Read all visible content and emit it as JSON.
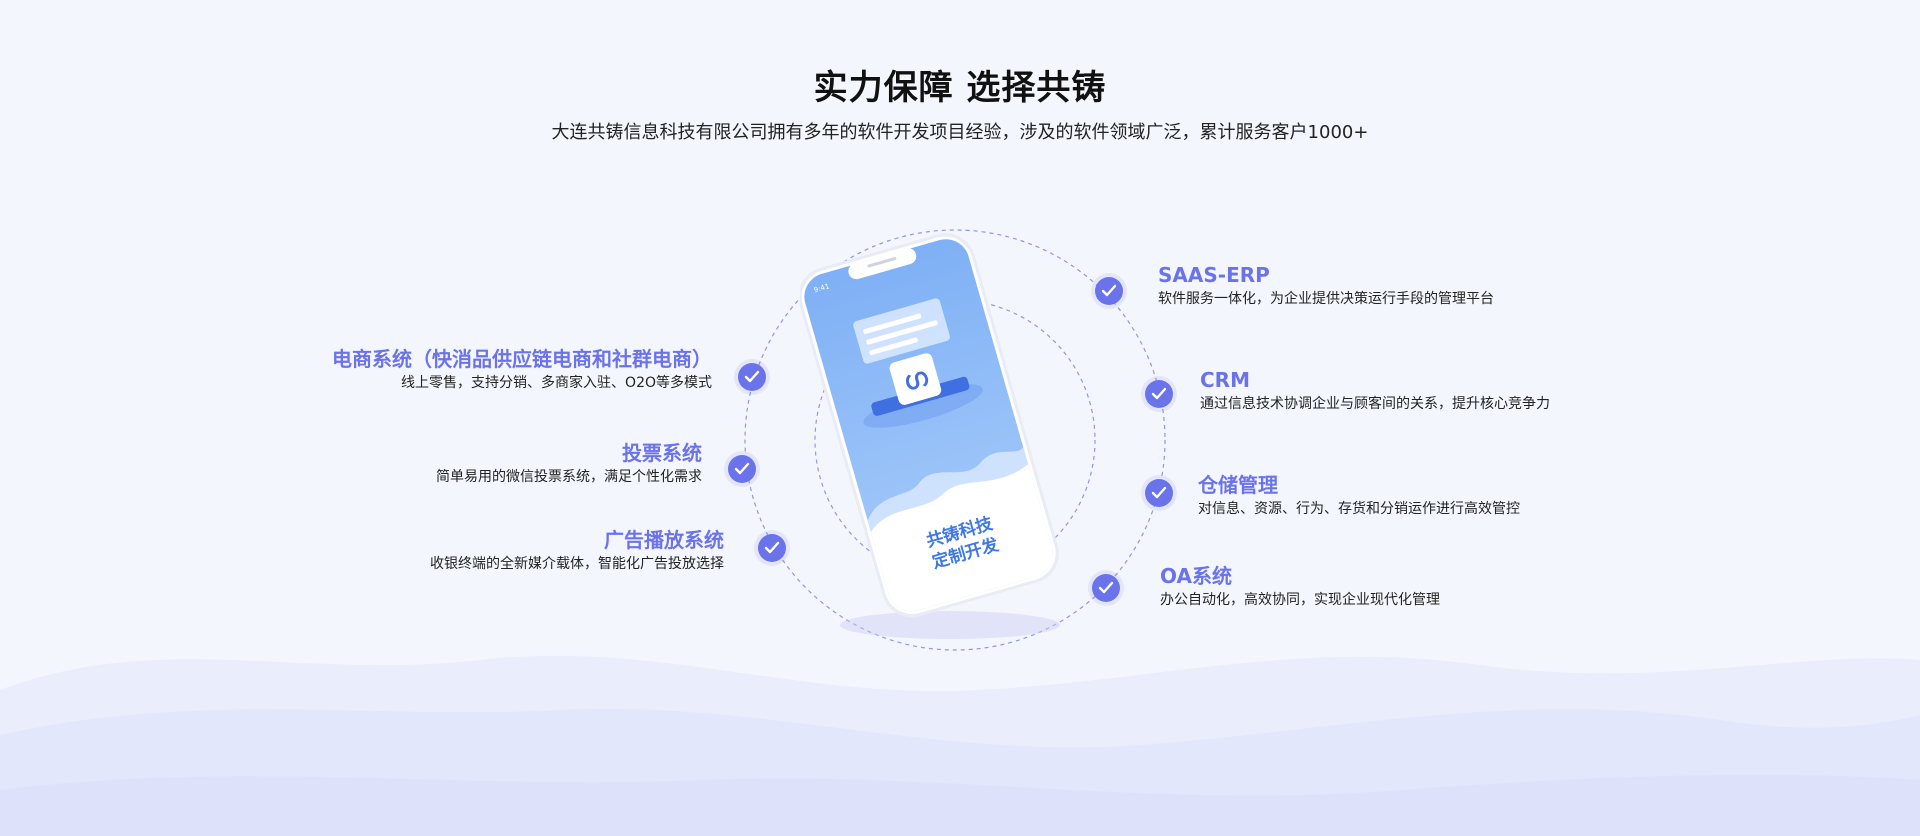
{
  "header": {
    "title": "实力保障 选择共铸",
    "subtitle": "大连共铸信息科技有限公司拥有多年的软件开发项目经验，涉及的软件领域广泛，累计服务客户1000+"
  },
  "phone": {
    "status_time": "9:41",
    "screen_text_line1": "共铸科技",
    "screen_text_line2": "定制开发"
  },
  "features_left": [
    {
      "name": "电商系统（快消品供应链电商和社群电商）",
      "desc": "线上零售，支持分销、多商家入驻、O2O等多模式"
    },
    {
      "name": "投票系统",
      "desc": "简单易用的微信投票系统，满足个性化需求"
    },
    {
      "name": "广告播放系统",
      "desc": "收银终端的全新媒介载体，智能化广告投放选择"
    }
  ],
  "features_right": [
    {
      "name": "SAAS-ERP",
      "desc": "软件服务一体化，为企业提供决策运行手段的管理平台"
    },
    {
      "name": "CRM",
      "desc": "通过信息技术协调企业与顾客间的关系，提升核心竞争力"
    },
    {
      "name": "仓储管理",
      "desc": "对信息、资源、行为、存货和分销运作进行高效管控"
    },
    {
      "name": "OA系统",
      "desc": "办公自动化，高效协同，实现企业现代化管理"
    }
  ],
  "colors": {
    "accent": "#6b73ea",
    "background": "#f4f6fd",
    "phone_screen": "#8ab8f7"
  },
  "icons": {
    "check": "check-circle-icon",
    "logo": "mini-program-logo-icon"
  }
}
